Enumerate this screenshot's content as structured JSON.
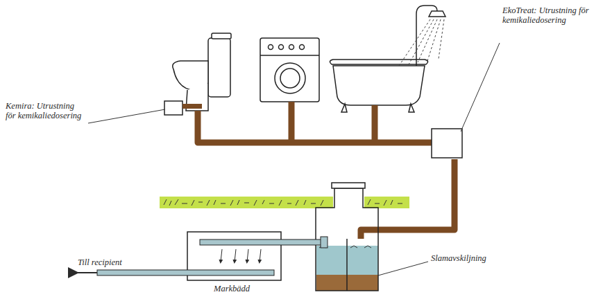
{
  "diagram": {
    "labels": [
      "Kemira: Utrustning för kemikaliedosering",
      "EkoTreat: Utrustning för kemikaliedosering",
      "Slamavskiljning",
      "Markbädd",
      "Till recipient"
    ]
  }
}
